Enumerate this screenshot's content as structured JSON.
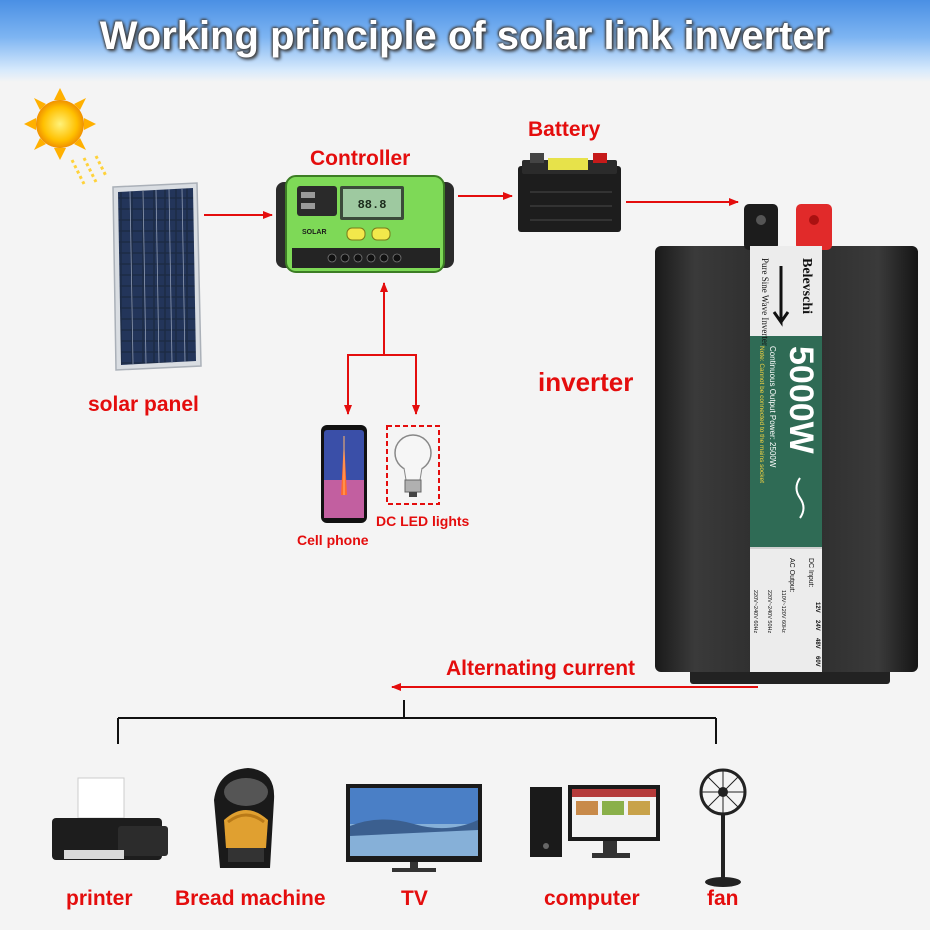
{
  "title": "Working principle of solar link inverter",
  "labels": {
    "solar_panel": "solar panel",
    "controller": "Controller",
    "battery": "Battery",
    "inverter": "inverter",
    "cell_phone": "Cell phone",
    "dc_led_lights": "DC LED lights",
    "alternating_current": "Alternating current"
  },
  "controller_display": {
    "brand": "SOLAR",
    "reading": "88.8"
  },
  "inverter_sticker": {
    "brand": "Belevschi",
    "subtitle": "Pure Sine Wave Inverter",
    "power": "5000W",
    "continuous": "Continuous Output Power: 2500W",
    "note": "Note: Cannot be connected to the mains socket",
    "dc_input": "DC Input:",
    "ac_output": "AC Output:",
    "dc_values": [
      "12V",
      "24V",
      "48V",
      "60V"
    ],
    "ac_values": [
      "110V~120V 60Hz",
      "220V~240V 50Hz",
      "220V~240V 60Hz"
    ]
  },
  "appliances": [
    {
      "label": "printer",
      "icon": "printer-icon"
    },
    {
      "label": "Bread machine",
      "icon": "bread-machine-icon"
    },
    {
      "label": "TV",
      "icon": "tv-icon"
    },
    {
      "label": "computer",
      "icon": "computer-icon"
    },
    {
      "label": "fan",
      "icon": "fan-icon"
    }
  ],
  "colors": {
    "arrow": "#e40d0d",
    "label": "#e40d0d",
    "banner": "#4a8fe4",
    "controller_body": "#7ed957",
    "sticker_green": "#2f6b55"
  }
}
